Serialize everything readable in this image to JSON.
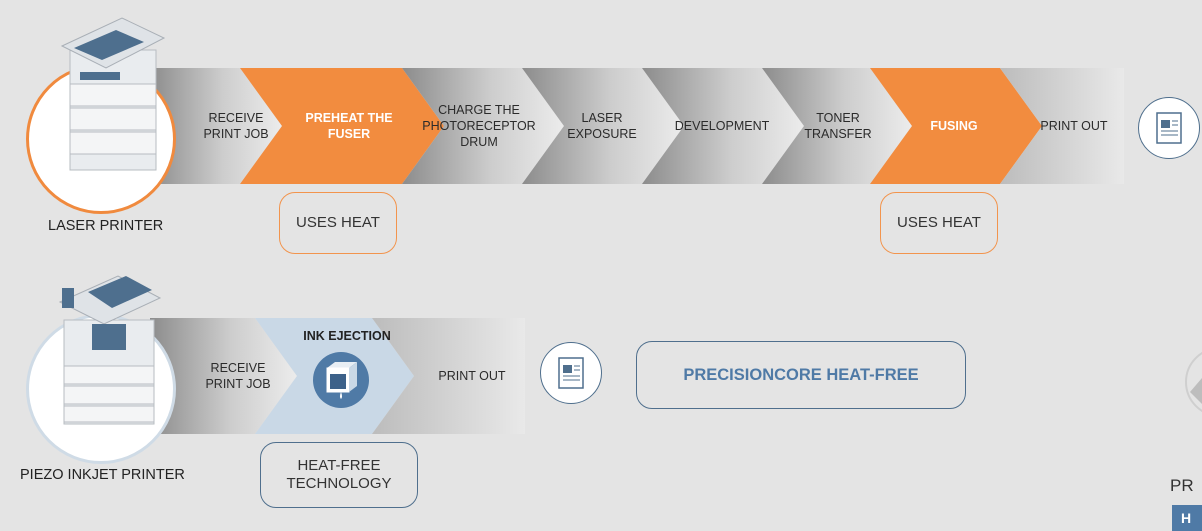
{
  "laser": {
    "label": "LASER PRINTER",
    "steps": [
      "RECEIVE PRINT JOB",
      "PREHEAT THE FUSER",
      "CHARGE THE PHOTORECEPTOR DRUM",
      "LASER EXPOSURE",
      "DEVELOPMENT",
      "TONER TRANSFER",
      "FUSING",
      "PRINT OUT"
    ],
    "heat_badges": [
      "USES HEAT",
      "USES HEAT"
    ]
  },
  "inkjet": {
    "label": "PIEZO INKJET PRINTER",
    "steps": [
      "RECEIVE PRINT JOB",
      "INK EJECTION",
      "PRINT OUT"
    ],
    "badge": "HEAT-FREE TECHNOLOGY",
    "heat_free_callout": "PRECISIONCORE HEAT-FREE"
  },
  "corner_logo": {
    "text": "PR",
    "badge": "H"
  },
  "colors": {
    "accent_orange": "#f28c3f",
    "accent_blue": "#4f7aa6",
    "background": "#e4e4e4"
  },
  "icons": [
    "laser-printer-icon",
    "inkjet-printer-icon",
    "document-icon",
    "ink-cartridge-icon"
  ]
}
